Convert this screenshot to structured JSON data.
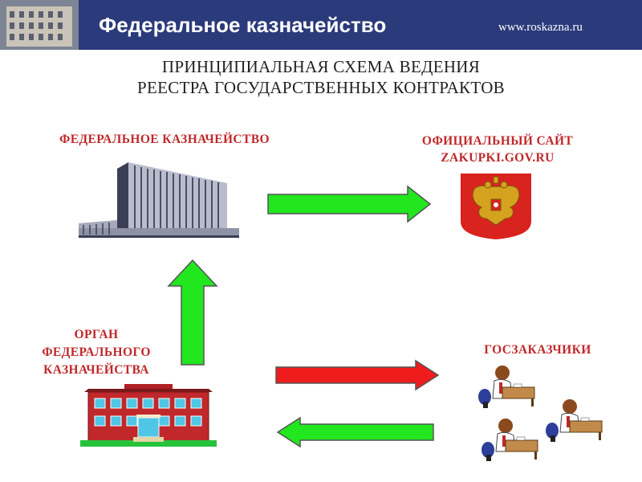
{
  "header": {
    "title": "Федеральное казначейство",
    "url": "www.roskazna.ru"
  },
  "slide": {
    "title_line1": "ПРИНЦИПИАЛЬНАЯ СХЕМА ВЕДЕНИЯ",
    "title_line2": "РЕЕСТРА ГОСУДАРСТВЕННЫХ КОНТРАКТОВ"
  },
  "nodes": {
    "federal_treasury": "ФЕДЕРАЛЬНОЕ КАЗНАЧЕЙСТВО",
    "official_site_line1": "ОФИЦИАЛЬНЫЙ САЙТ",
    "official_site_line2": "ZAKUPKI.GOV.RU",
    "treasury_body_line1": "ОРГАН",
    "treasury_body_line2": "ФЕДЕРАЛЬНОГО",
    "treasury_body_line3": "КАЗНАЧЕЙСТВА",
    "customers": "ГОСЗАКАЗЧИКИ"
  },
  "colors": {
    "header_bg": "#2b3a7a",
    "label_red": "#c0282b",
    "arrow_green": "#22e61e",
    "arrow_red": "#ee1c1c"
  }
}
